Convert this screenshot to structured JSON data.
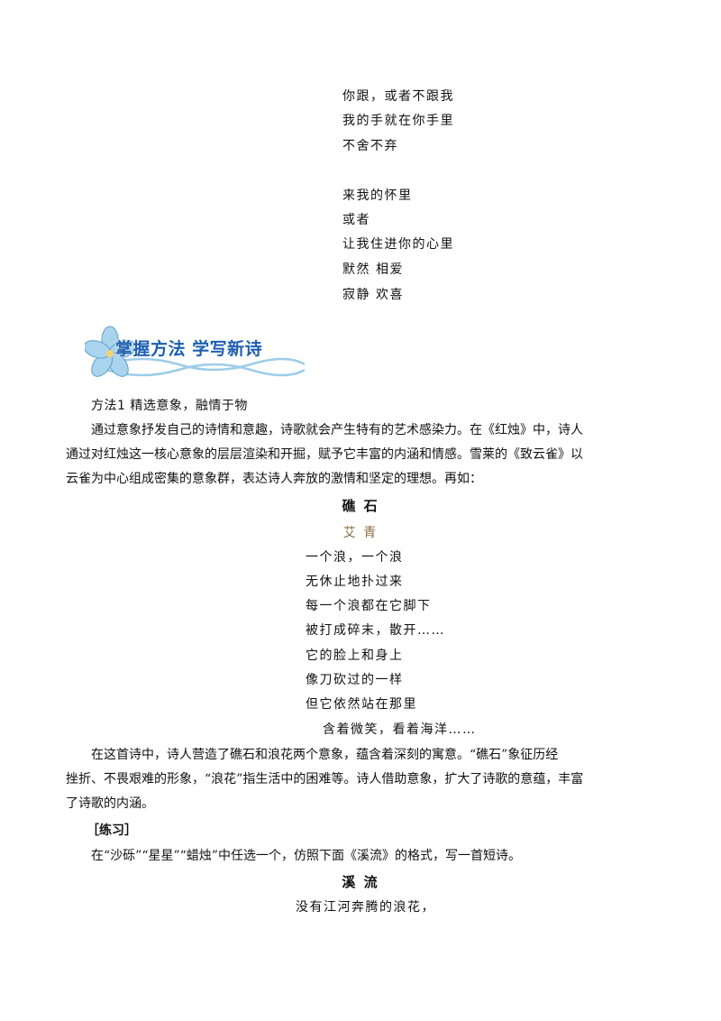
{
  "poem_top": {
    "lines": [
      "你跟，或者不跟我",
      "我的手就在你手里",
      "不舍不弃",
      "来我的怀里",
      "或者",
      "让我住进你的心里",
      "默然 相爱",
      "寂静 欢喜"
    ]
  },
  "section": {
    "title": "掌握方法 学写新诗"
  },
  "method1": {
    "title": "方法1 精选意象，融情于物",
    "para_lines": [
      "通过意象抒发自己的诗情和意趣，诗歌就会产生特有的艺术感染力。在《红烛》中，诗人",
      "通过对红烛这一核心意象的层层渲染和开掘，赋予它丰富的内涵和情感。雪莱的《致云雀》以",
      "云雀为中心组成密集的意象群，表达诗人奔放的激情和坚定的理想。再如："
    ]
  },
  "poem_jiaoshi": {
    "title": "礁 石",
    "author": "艾 青",
    "lines": [
      "一个浪，一个浪",
      "无休止地扑过来",
      "每一个浪都在它脚下",
      "被打成碎末，散开……",
      "它的脸上和身上",
      "像刀砍过的一样",
      "但它依然站在那里",
      "含着微笑，看着海洋……"
    ]
  },
  "analysis": {
    "lines": [
      "在这首诗中，诗人营造了礁石和浪花两个意象，蕴含着深刻的寓意。“礁石”象征历经",
      "挫折、不畏艰难的形象，“浪花”指生活中的困难等。诗人借助意象，扩大了诗歌的意蕴，丰富",
      "了诗歌的内涵。"
    ]
  },
  "exercise": {
    "label": "［练习］",
    "instruction": "在“沙砾”“星星”“蜡烛”中任选一个，仿照下面《溪流》的格式，写一首短诗。"
  },
  "poem_xiliu": {
    "title": "溪 流",
    "first_line": "没有江河奔腾的浪花，"
  }
}
